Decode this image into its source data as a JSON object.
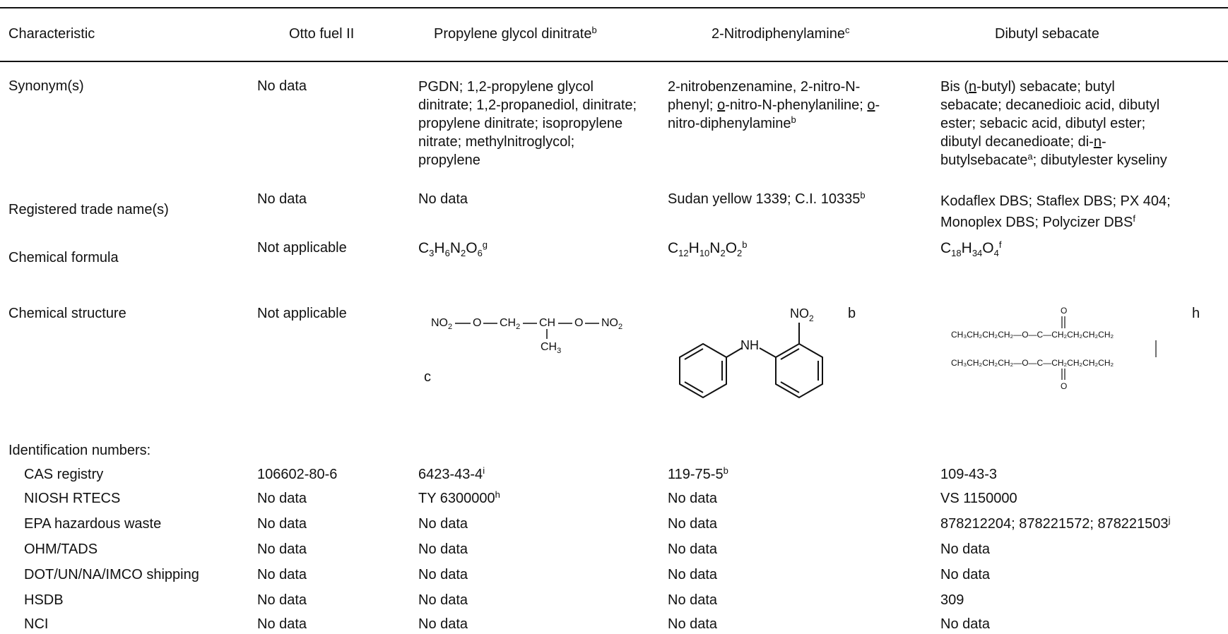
{
  "headers": {
    "characteristic": "Characteristic",
    "otto": "Otto fuel II",
    "pgdn": "Propylene glycol  dinitrate",
    "pgdn_sup": "b",
    "ndpa": "2-Nitrodiphenylamine",
    "ndpa_sup": "c",
    "dbs": "Dibutyl sebacate"
  },
  "synonyms": {
    "label": "Synonym(s)",
    "otto": "No data",
    "pgdn": "PGDN; 1,2-propylene glycol dinitrate; 1,2-propanediol, dinitrate; propylene dinitrate; isopropylene nitrate; methylnitroglycol; propylene",
    "ndpa_1": "2-nitrobenzenamine, 2-nitro-N-",
    "ndpa_2a": "phenyl; ",
    "ndpa_2b": "o",
    "ndpa_2c": "-nitro-N-phenylaniline; ",
    "ndpa_2d": "o",
    "ndpa_2e": "-",
    "ndpa_3": "nitro-diphenylamine",
    "ndpa_sup": "b",
    "dbs_1a": "Bis (",
    "dbs_1b": "n",
    "dbs_1c": "-butyl) sebacate; butyl",
    "dbs_2": "sebacate; decanedioic acid,  dibutyl",
    "dbs_3": "ester; sebacic acid, dibutyl ester;",
    "dbs_4a": "dibutyl decanedioate; di-",
    "dbs_4b": "n",
    "dbs_4c": "-",
    "dbs_5a": "butylsebacate",
    "dbs_5sup": "a",
    "dbs_5b": "; dibutylester kyseliny"
  },
  "trade": {
    "label": "Registered trade name(s)",
    "otto": "No data",
    "pgdn": "No data",
    "ndpa": "Sudan yellow 1339;   C.I. 10335",
    "ndpa_sup": "b",
    "dbs_1": "Kodaflex DBS; Staflex DBS; PX 404;",
    "dbs_2": "Monoplex DBS; Polycizer DBS",
    "dbs_sup": "f"
  },
  "formula": {
    "label": "Chemical formula",
    "otto": "Not applicable",
    "pgdn": {
      "c": "C",
      "c_n": "3",
      "h": "H",
      "h_n": "6",
      "n": "N",
      "n_n": "2",
      "o": "O",
      "o_n": "6",
      "sup": "g"
    },
    "ndpa": {
      "c": "C",
      "c_n": "12",
      "h": "H",
      "h_n": "10",
      "n": "N",
      "n_n": "2",
      "o": "O",
      "o_n": "2",
      "sup": "b"
    },
    "dbs": {
      "c": "C",
      "c_n": "18",
      "h": "H",
      "h_n": "34",
      "o": "O",
      "o_n": "4",
      "sup": "f"
    }
  },
  "structure": {
    "label": "Chemical structure",
    "otto": "Not applicable",
    "pgdn": {
      "no2_left": "NO",
      "no2_left_sub": "2",
      "o1": "O",
      "ch2": "CH",
      "ch2_sub": "2",
      "ch": "CH",
      "o2": "O",
      "no2_right": "NO",
      "no2_right_sub": "2",
      "ch3": "CH",
      "ch3_sub": "3",
      "ref": "c"
    },
    "ndpa": {
      "no2": "NO",
      "no2_sub": "2",
      "nh": "NH",
      "ref": "b"
    },
    "dbs": {
      "o_top": "O",
      "o_bottom": "O",
      "chain_top_left": "CH₃CH₂CH₂CH₂—O—C—CH₂CH₂CH₂CH₂",
      "chain_bottom_left": "CH₃CH₂CH₂CH₂—O—C—CH₂CH₂CH₂CH₂",
      "ref": "h"
    }
  },
  "ids": {
    "heading": "Identification numbers:",
    "rows": [
      {
        "label": "CAS registry",
        "otto": "106602-80-6",
        "pgdn": "6423-43-4",
        "pgdn_sup": "i",
        "ndpa": "119-75-5",
        "ndpa_sup": "b",
        "dbs": "109-43-3",
        "dbs_sup": ""
      },
      {
        "label": "NIOSH RTECS",
        "otto": "No data",
        "pgdn": "TY 6300000",
        "pgdn_sup": "h",
        "ndpa": "No data",
        "ndpa_sup": "",
        "dbs": "VS 1150000",
        "dbs_sup": ""
      },
      {
        "label": "EPA hazardous waste",
        "otto": "No data",
        "pgdn": "No data",
        "pgdn_sup": "",
        "ndpa": "No data",
        "ndpa_sup": "",
        "dbs": "878212204; 878221572; 878221503",
        "dbs_sup": "j"
      },
      {
        "label": "OHM/TADS",
        "otto": "No data",
        "pgdn": "No data",
        "pgdn_sup": "",
        "ndpa": "No data",
        "ndpa_sup": "",
        "dbs": "No data",
        "dbs_sup": ""
      },
      {
        "label": "DOT/UN/NA/IMCO shipping",
        "otto": "No data",
        "pgdn": "No data",
        "pgdn_sup": "",
        "ndpa": "No data",
        "ndpa_sup": "",
        "dbs": "No data",
        "dbs_sup": ""
      },
      {
        "label": "HSDB",
        "otto": "No data",
        "pgdn": "No data",
        "pgdn_sup": "",
        "ndpa": "No data",
        "ndpa_sup": "",
        "dbs": "309",
        "dbs_sup": ""
      },
      {
        "label": "NCI",
        "otto": "No data",
        "pgdn": "No data",
        "pgdn_sup": "",
        "ndpa": "No data",
        "ndpa_sup": "",
        "dbs": "No data",
        "dbs_sup": ""
      }
    ]
  }
}
